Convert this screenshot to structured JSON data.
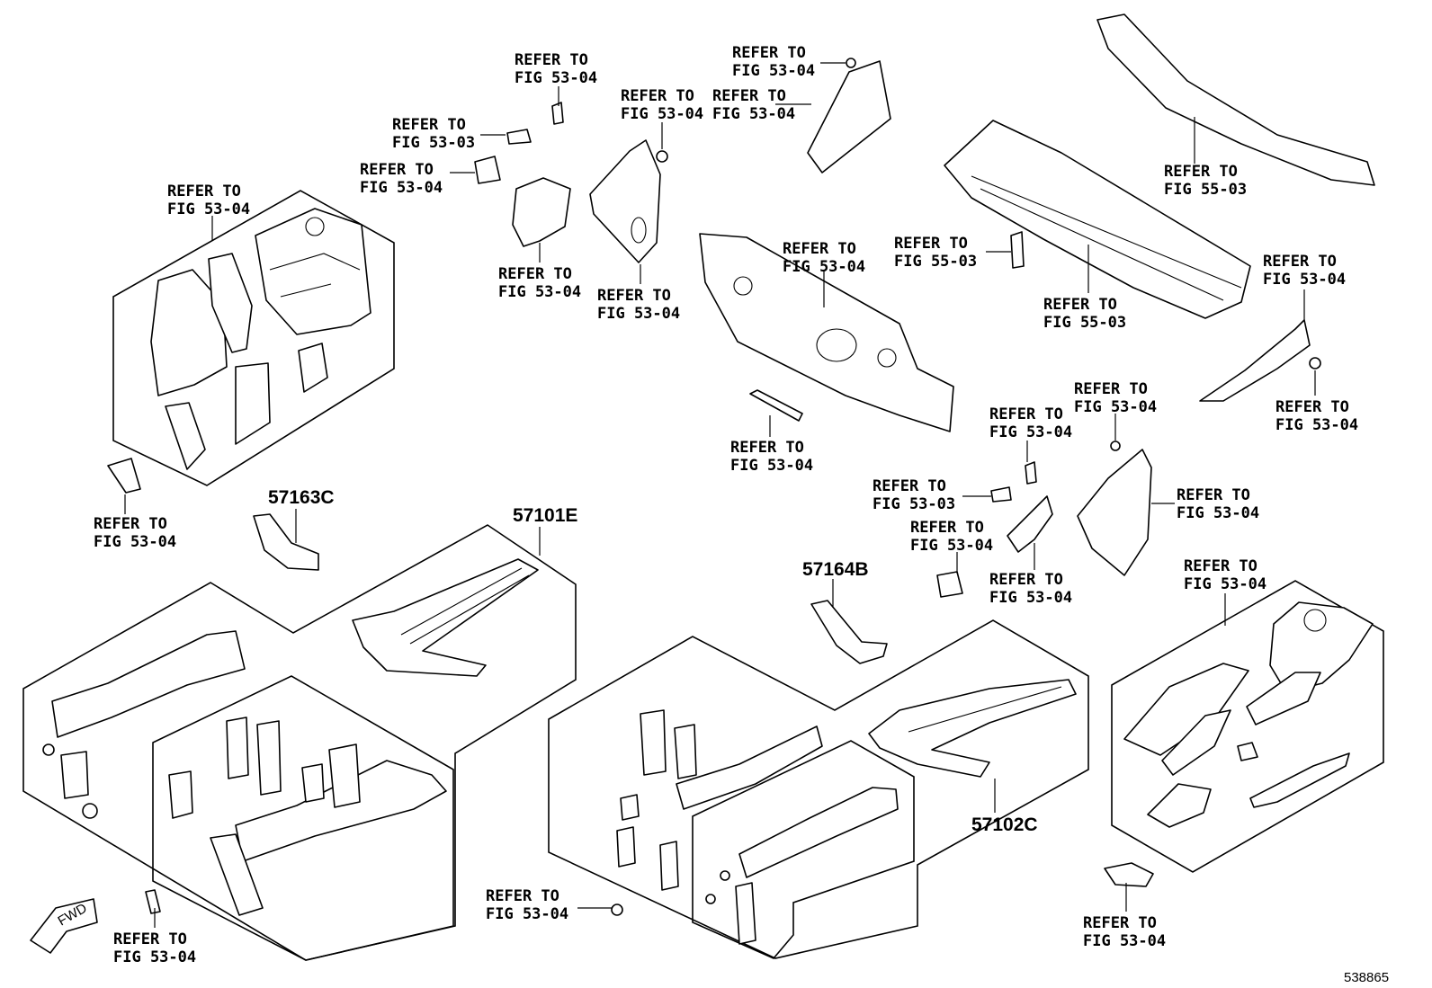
{
  "refer_labels": [
    {
      "id": "r1",
      "line1": "REFER TO",
      "line2": "FIG 53-04"
    },
    {
      "id": "r2",
      "line1": "REFER TO",
      "line2": "FIG 53-03"
    },
    {
      "id": "r3",
      "line1": "REFER TO",
      "line2": "FIG 53-04"
    },
    {
      "id": "r4",
      "line1": "REFER TO",
      "line2": "FIG 53-04"
    },
    {
      "id": "r5",
      "line1": "REFER TO",
      "line2": "FIG 53-04"
    },
    {
      "id": "r6",
      "line1": "REFER TO",
      "line2": "FIG 53-04"
    },
    {
      "id": "r7",
      "line1": "REFER TO",
      "line2": "FIG 53-04"
    },
    {
      "id": "r8",
      "line1": "REFER TO",
      "line2": "FIG 53-04"
    },
    {
      "id": "r9",
      "line1": "REFER TO",
      "line2": "FIG 53-04"
    },
    {
      "id": "r10",
      "line1": "REFER TO",
      "line2": "FIG 53-04"
    },
    {
      "id": "r11",
      "line1": "REFER TO",
      "line2": "FIG 55-03"
    },
    {
      "id": "r12",
      "line1": "REFER TO",
      "line2": "FIG 55-03"
    },
    {
      "id": "r13",
      "line1": "REFER TO",
      "line2": "FIG 55-03"
    },
    {
      "id": "r14",
      "line1": "REFER TO",
      "line2": "FIG 53-04"
    },
    {
      "id": "r15",
      "line1": "REFER TO",
      "line2": "FIG 53-04"
    },
    {
      "id": "r16",
      "line1": "REFER TO",
      "line2": "FIG 53-04"
    },
    {
      "id": "r17",
      "line1": "REFER TO",
      "line2": "FIG 53-04"
    },
    {
      "id": "r18",
      "line1": "REFER TO",
      "line2": "FIG 53-04"
    },
    {
      "id": "r19",
      "line1": "REFER TO",
      "line2": "FIG 53-03"
    },
    {
      "id": "r20",
      "line1": "REFER TO",
      "line2": "FIG 53-04"
    },
    {
      "id": "r21",
      "line1": "REFER TO",
      "line2": "FIG 53-04"
    },
    {
      "id": "r22",
      "line1": "REFER TO",
      "line2": "FIG 53-04"
    },
    {
      "id": "r23",
      "line1": "REFER TO",
      "line2": "FIG 53-04"
    },
    {
      "id": "r24",
      "line1": "REFER TO",
      "line2": "FIG 53-04"
    },
    {
      "id": "r25",
      "line1": "REFER TO",
      "line2": "FIG 53-04"
    },
    {
      "id": "r26",
      "line1": "REFER TO",
      "line2": "FIG 53-04"
    },
    {
      "id": "r27",
      "line1": "REFER TO",
      "line2": "FIG 53-04"
    }
  ],
  "part_numbers": {
    "p57163C": "57163C",
    "p57101E": "57101E",
    "p57164B": "57164B",
    "p57102C": "57102C"
  },
  "fwd_label": "FWD",
  "figure_number": "538865"
}
